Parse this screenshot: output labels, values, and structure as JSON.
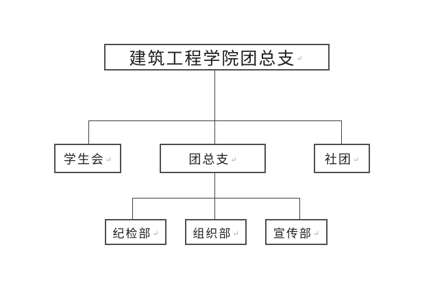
{
  "page": {
    "background_color": "#ffffff",
    "line_color": "#3d3d3d",
    "box_border_color": "#4d4d4d",
    "text_color": "#1c1c1c",
    "paragraph_mark_color": "#a6a6a6"
  },
  "paragraph_mark": "↵",
  "org_chart": {
    "root": {
      "label": "建筑工程学院团总支"
    },
    "level2": [
      {
        "label": "学生会"
      },
      {
        "label": "团总支"
      },
      {
        "label": "社团"
      }
    ],
    "level3_parent": "团总支",
    "level3": [
      {
        "label": "纪检部"
      },
      {
        "label": "组织部"
      },
      {
        "label": "宣传部"
      }
    ]
  }
}
